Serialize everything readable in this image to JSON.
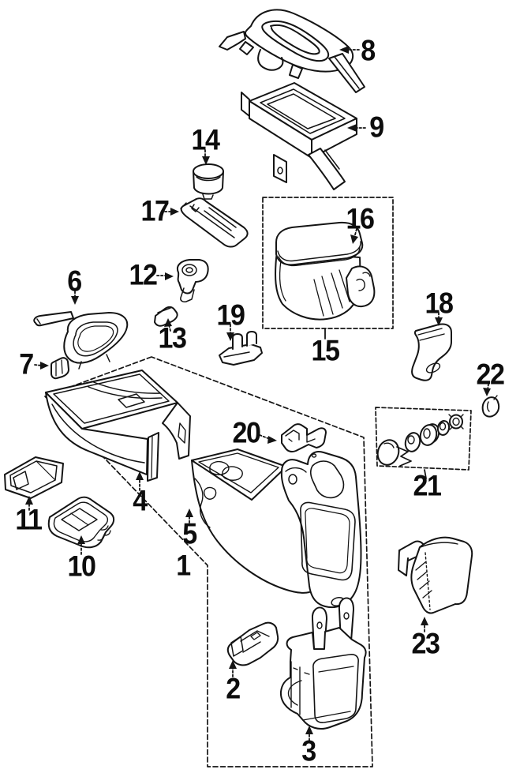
{
  "diagram": {
    "type": "exploded-parts-diagram",
    "subject": "center console components",
    "background_color": "#ffffff",
    "line_color": "#141414",
    "callouts": [
      {
        "label": "1"
      },
      {
        "label": "2"
      },
      {
        "label": "3"
      },
      {
        "label": "4"
      },
      {
        "label": "5"
      },
      {
        "label": "6"
      },
      {
        "label": "7"
      },
      {
        "label": "8"
      },
      {
        "label": "9"
      },
      {
        "label": "10"
      },
      {
        "label": "11"
      },
      {
        "label": "12"
      },
      {
        "label": "13"
      },
      {
        "label": "14"
      },
      {
        "label": "15"
      },
      {
        "label": "16"
      },
      {
        "label": "17"
      },
      {
        "label": "18"
      },
      {
        "label": "19"
      },
      {
        "label": "20"
      },
      {
        "label": "21"
      },
      {
        "label": "22"
      },
      {
        "label": "23"
      }
    ]
  }
}
